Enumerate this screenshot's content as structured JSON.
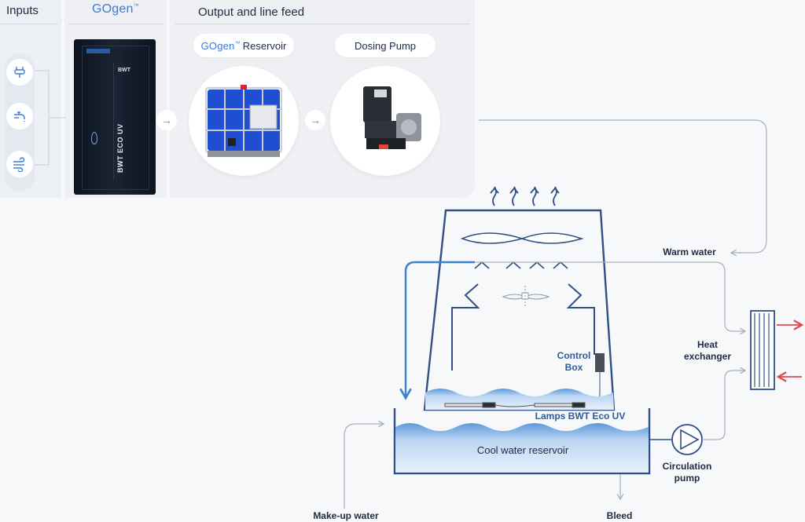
{
  "inputs_panel": {
    "title": "Inputs",
    "icons": [
      "plug-icon",
      "faucet-icon",
      "air-flow-icon"
    ]
  },
  "gogen_panel": {
    "brand": "GOgen",
    "trademark": "™",
    "cabinet_text": "BWT ECO UV"
  },
  "output_panel": {
    "title": "Output and line feed",
    "reservoir_brand": "GOgen",
    "reservoir_trademark": "™",
    "reservoir_label": "Reservoir",
    "dosing_label": "Dosing Pump"
  },
  "diagram": {
    "warm_water": "Warm water",
    "heat_exchanger": "Heat exchanger",
    "control_box": "Control Box",
    "lamps": "Lamps BWT Eco UV",
    "cool_water_reservoir": "Cool water reservoir",
    "circulation_pump": "Circulation pump",
    "makeup_water": "Make-up water",
    "bleed": "Bleed"
  },
  "colors": {
    "tower_stroke": "#2f4f86",
    "water_blue": "#3f7fd0",
    "flow_gray": "#a9b0ba",
    "hot_red": "#e2464f",
    "accent_blue": "#3a7ad9"
  }
}
